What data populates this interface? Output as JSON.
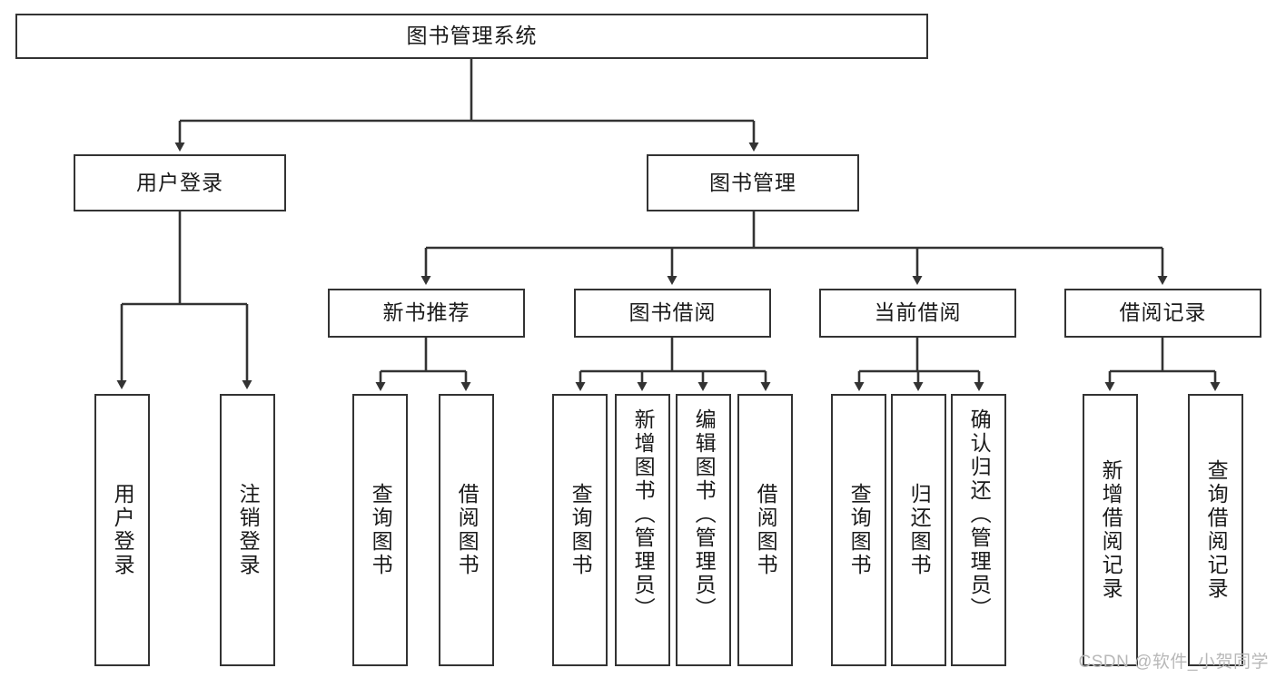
{
  "diagram": {
    "title": "图书管理系统",
    "type": "tree-hierarchy-diagram",
    "colors": {
      "border": "#333333",
      "background": "#ffffff",
      "text": "#1a1a1a",
      "watermark": "#b8b8b8"
    },
    "root": {
      "label": "图书管理系统"
    },
    "level2": [
      {
        "label": "用户登录"
      },
      {
        "label": "图书管理"
      }
    ],
    "level3": [
      {
        "label": "新书推荐"
      },
      {
        "label": "图书借阅"
      },
      {
        "label": "当前借阅"
      },
      {
        "label": "借阅记录"
      }
    ],
    "leaves": {
      "user_login": [
        {
          "label": "用户登录"
        },
        {
          "label": "注销登录"
        }
      ],
      "new_book_recommend": [
        {
          "label": "查询图书"
        },
        {
          "label": "借阅图书"
        }
      ],
      "book_borrow": [
        {
          "label": "查询图书"
        },
        {
          "label": "新增图书（管理员）"
        },
        {
          "label": "编辑图书（管理员）"
        },
        {
          "label": "借阅图书"
        }
      ],
      "current_borrow": [
        {
          "label": "查询图书"
        },
        {
          "label": "归还图书"
        },
        {
          "label": "确认归还（管理员）"
        }
      ],
      "borrow_record": [
        {
          "label": "新增借阅记录"
        },
        {
          "label": "查询借阅记录"
        }
      ]
    }
  },
  "watermark": {
    "text": "CSDN @软件_小贺同学"
  }
}
